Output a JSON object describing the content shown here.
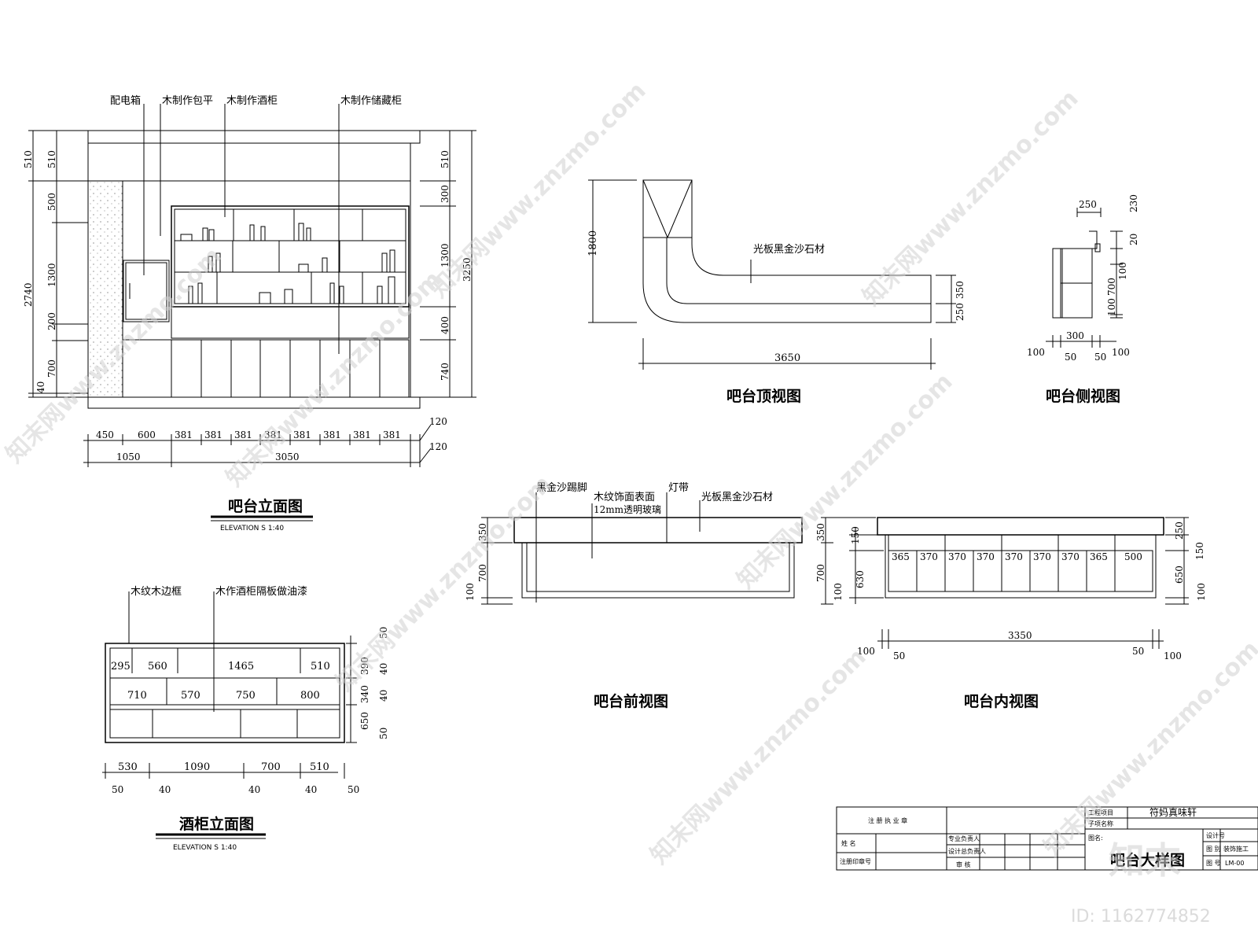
{
  "elevation": {
    "labels": {
      "elec_box": "配电箱",
      "wood_wrap": "木制作包平",
      "wine_cab": "木制作酒柜",
      "storage": "木制作储藏柜"
    },
    "left_dims": [
      "510",
      "500",
      "1300",
      "200",
      "700",
      "40"
    ],
    "left_total": "2740",
    "right_dims": [
      "510",
      "300",
      "1300",
      "400",
      "740"
    ],
    "right_total": "3250",
    "bottom_dims": [
      "450",
      "600",
      "381",
      "381",
      "381",
      "381",
      "381",
      "381",
      "381",
      "381"
    ],
    "bottom_totals": [
      "1050",
      "3050"
    ],
    "side_dim": "120",
    "title": "吧台立面图",
    "subtitle": "ELEVATION   S 1:40"
  },
  "top_view": {
    "material": "光板黑金沙石材",
    "dims": {
      "height": "1800",
      "width": "3650",
      "r1": "350",
      "r2": "250"
    },
    "title": "吧台顶视图"
  },
  "side_view": {
    "dims": {
      "top": "250",
      "t230": "230",
      "t20": "20",
      "t100a": "100",
      "t700": "700",
      "t100b": "100",
      "w300": "300",
      "b100l": "100",
      "b50l": "50",
      "b50r": "50",
      "b100r": "100"
    },
    "title": "吧台侧视图"
  },
  "front_view": {
    "labels": {
      "kick": "黑金沙踢脚",
      "wood": "木纹饰面表面",
      "glass": "12mm透明玻璃",
      "light": "灯带",
      "stone": "光板黑金沙石材"
    },
    "left_dims": [
      "350",
      "700",
      "100"
    ],
    "title": "吧台前视图"
  },
  "inner_view": {
    "left_dims": [
      "350",
      "700",
      "100"
    ],
    "left_small": [
      "150",
      "630"
    ],
    "top_dims": [
      "365",
      "370",
      "370",
      "370",
      "370",
      "370",
      "370",
      "365",
      "500"
    ],
    "right_dims": [
      "250",
      "150",
      "650",
      "100"
    ],
    "bottom_total": "3350",
    "bottom_small": [
      "100",
      "50",
      "50",
      "100"
    ],
    "title": "吧台内视图"
  },
  "wine_cabinet": {
    "labels": {
      "frame": "木纹木边框",
      "paint": "木作酒柜隔板做油漆"
    },
    "row1": [
      "295",
      "560",
      "1465",
      "510"
    ],
    "row2": [
      "710",
      "570",
      "750",
      "800"
    ],
    "right_dims": [
      "50",
      "390",
      "40",
      "340",
      "40",
      "650",
      "50"
    ],
    "bottom_dims": [
      "530",
      "1090",
      "700",
      "510"
    ],
    "bottom_small": [
      "50",
      "40",
      "40",
      "40",
      "50"
    ],
    "title": "酒柜立面图",
    "subtitle": "ELEVATION   S 1:40"
  },
  "title_block": {
    "seal": "注 册 执 业 章",
    "name": "姓  名",
    "seal_no": "注册印章号",
    "roles": [
      "专业负责人",
      "设计总负责人",
      "审  核"
    ],
    "project_label": "工程项目",
    "project_value": "符妈真味轩",
    "sub_label": "子项名称",
    "drawing_name_label": "图名:",
    "drawing_name": "吧台大样图",
    "design_no_label": "设计号",
    "category_label": "图 别",
    "category_value": "装饰施工",
    "number_label": "图 号",
    "number_value": "LM-00"
  },
  "watermark": {
    "text": "知末网www.znzmo.com",
    "logo": "知末",
    "id": "ID: 1162774852"
  }
}
